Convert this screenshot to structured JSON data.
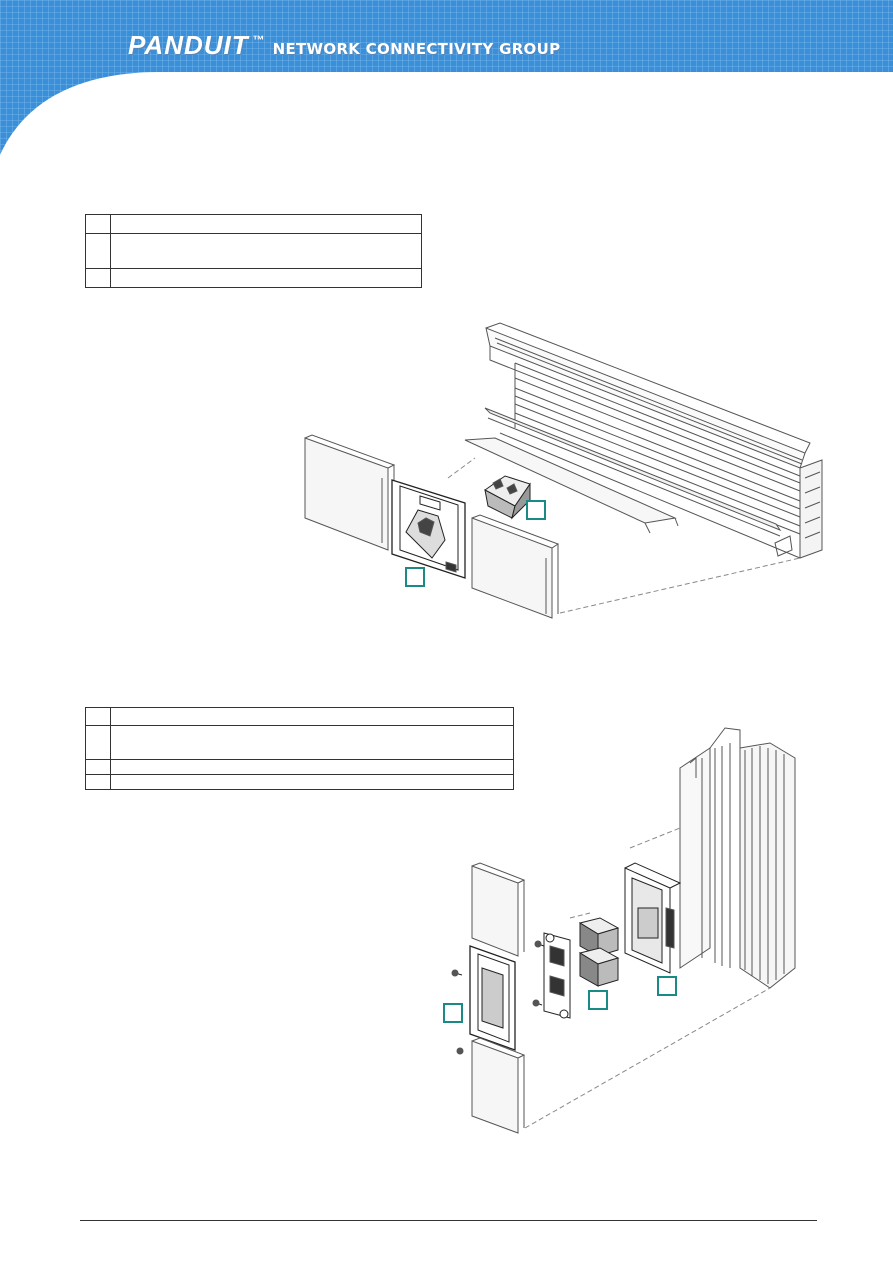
{
  "header": {
    "brand_logo": "PANDUIT",
    "trademark": "™",
    "group_name": "NETWORK CONNECTIVITY GROUP",
    "colors": {
      "band": "#3a8fd8",
      "grid": "#7fbcee",
      "text": "#ffffff"
    }
  },
  "section_1": {
    "parts_table_rows": [
      {
        "item": "",
        "description": ""
      },
      {
        "item": "",
        "description": ""
      },
      {
        "item": "",
        "description": ""
      }
    ],
    "figure": "raceway-faceplate-assembly",
    "callout_color": "#1a8a86"
  },
  "section_2": {
    "parts_table_rows": [
      {
        "item": "",
        "description": ""
      },
      {
        "item": "",
        "description": ""
      },
      {
        "item": "",
        "description": ""
      },
      {
        "item": "",
        "description": ""
      }
    ],
    "figure": "vertical-raceway-outlet-assembly",
    "callout_color": "#1a8a86"
  }
}
